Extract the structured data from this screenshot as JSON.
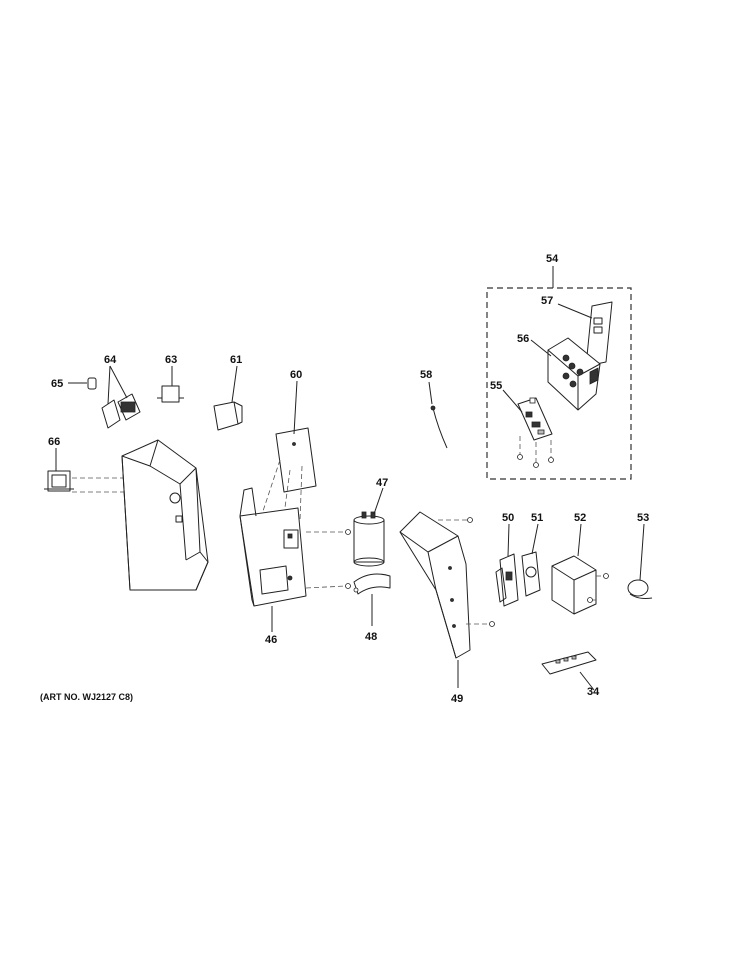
{
  "callouts": {
    "c54": "54",
    "c57": "57",
    "c56": "56",
    "c55": "55",
    "c58": "58",
    "c64": "64",
    "c63": "63",
    "c61": "61",
    "c65": "65",
    "c60": "60",
    "c66": "66",
    "c47": "47",
    "c50": "50",
    "c51": "51",
    "c52": "52",
    "c53": "53",
    "c46": "46",
    "c48": "48",
    "c49": "49",
    "c34": "34"
  },
  "art_number": "(ART NO. WJ2127 C8)"
}
